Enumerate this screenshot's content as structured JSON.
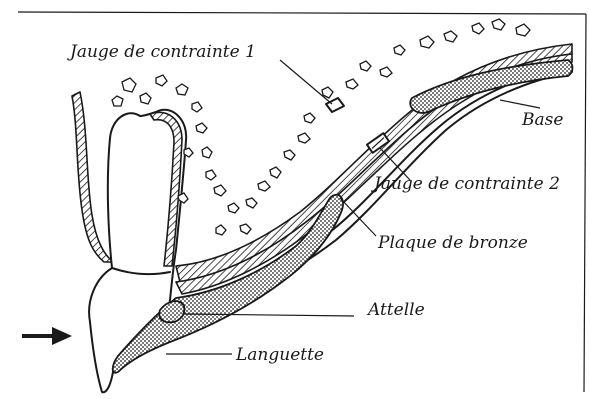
{
  "labels": {
    "gauge1": "Jauge de contrainte 1",
    "base": "Base",
    "gauge2": "Jauge de contrainte 2",
    "bronze_plate": "Plaque de bronze",
    "splint": "Attelle",
    "tongue": "Languette"
  },
  "colors": {
    "ink": "#1a1a1a",
    "background": "#ffffff"
  },
  "icons": {
    "force_arrow": "right-arrow-icon"
  }
}
